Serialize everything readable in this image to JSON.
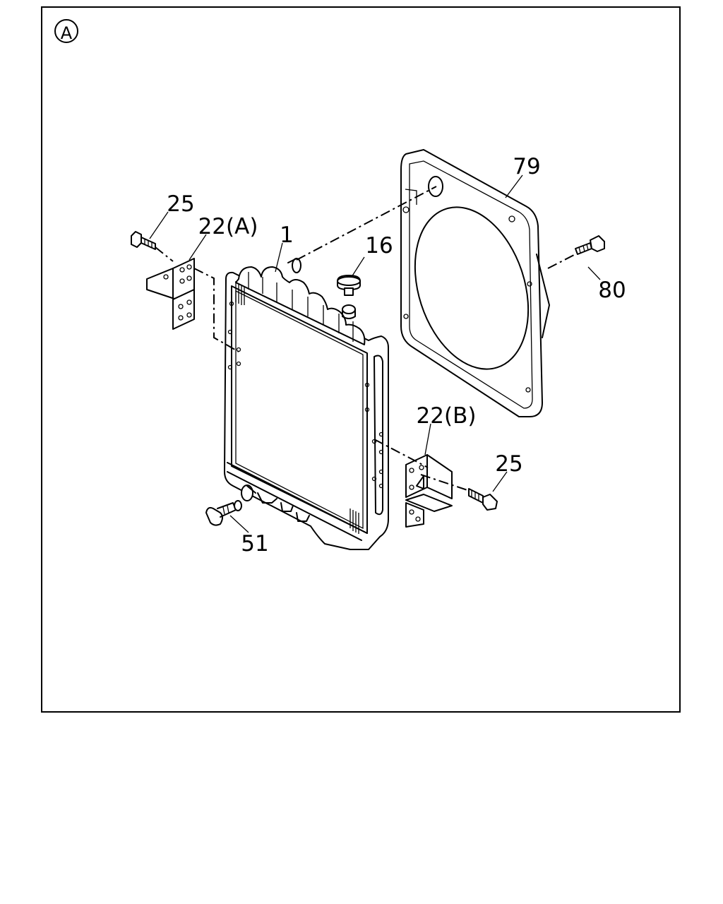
{
  "diagram": {
    "view_marker": "A",
    "parts": [
      {
        "id": "radiator",
        "label": "1"
      },
      {
        "id": "radiator-cap",
        "label": "16"
      },
      {
        "id": "bracket-a",
        "label": "22(A)"
      },
      {
        "id": "bracket-b",
        "label": "22(B)"
      },
      {
        "id": "bolt-bracket-a",
        "label": "25"
      },
      {
        "id": "bolt-bracket-b",
        "label": "25"
      },
      {
        "id": "drain-cock",
        "label": "51"
      },
      {
        "id": "fan-shroud",
        "label": "79"
      },
      {
        "id": "shroud-bolt",
        "label": "80"
      }
    ]
  }
}
